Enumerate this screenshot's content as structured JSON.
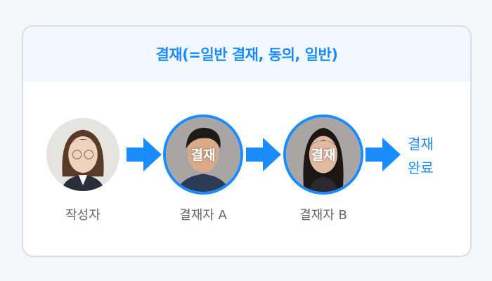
{
  "title": "결재(=일반 결재, 동의, 일반)",
  "steps": [
    {
      "label": "작성자",
      "badge": ""
    },
    {
      "label": "결재자 A",
      "badge": "결재"
    },
    {
      "label": "결재자 B",
      "badge": "결재"
    }
  ],
  "final": {
    "line1": "결재",
    "line2": "완료"
  },
  "colors": {
    "accent": "#1a8cff",
    "header_bg": "#f2f8ff"
  }
}
